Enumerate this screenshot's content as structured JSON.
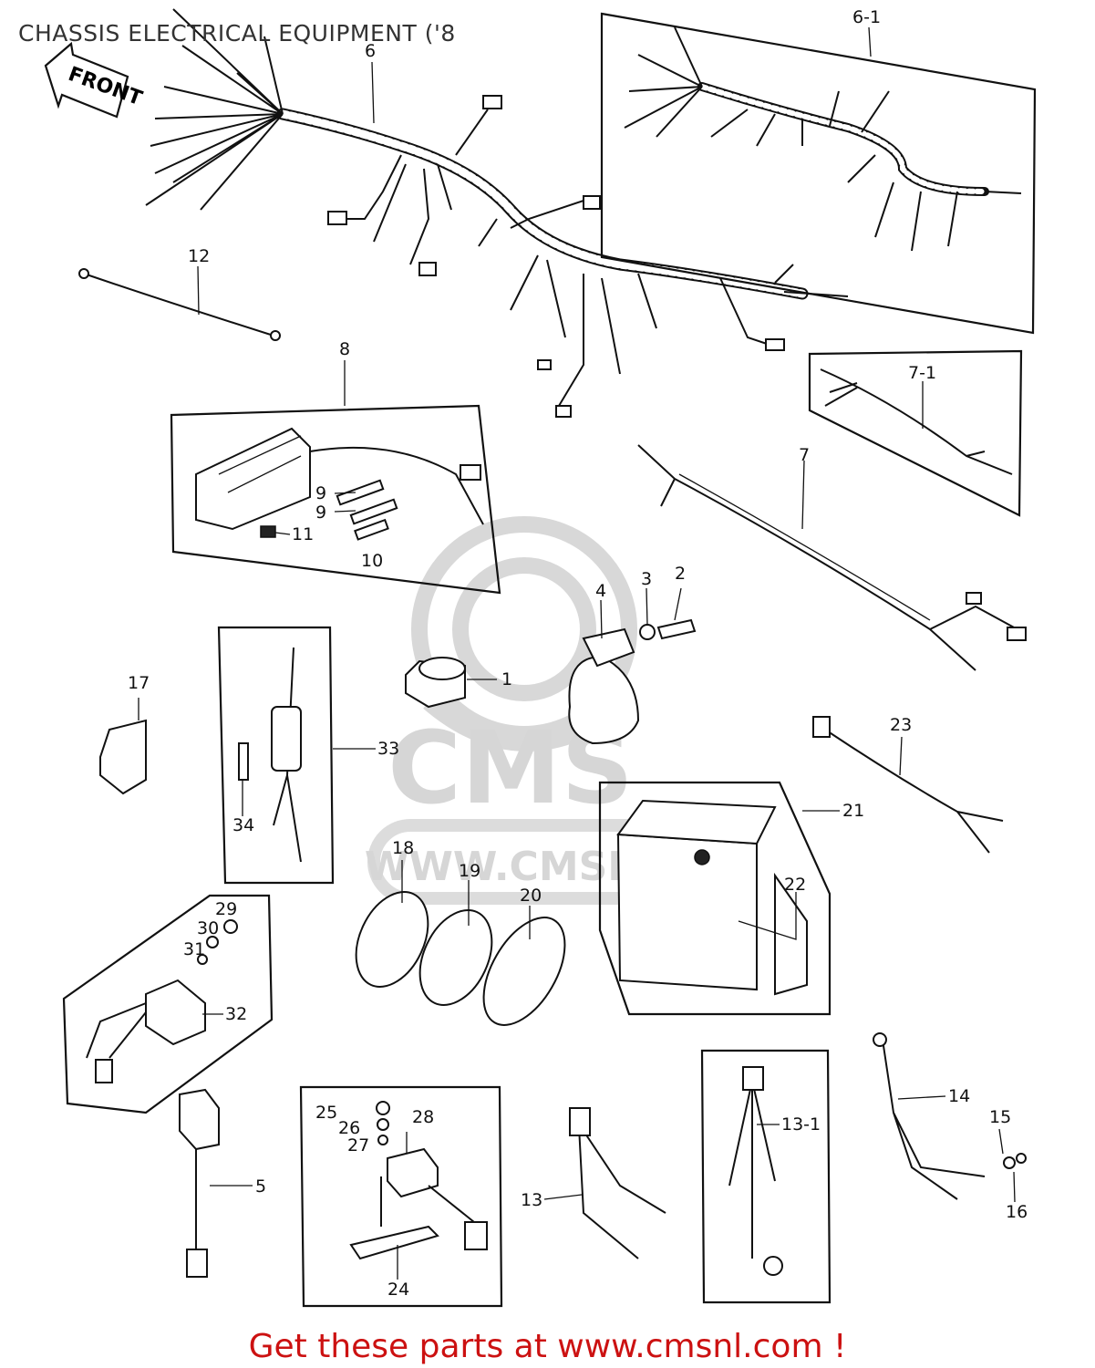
{
  "title": "CHASSIS ELECTRICAL EQUIPMENT ('8",
  "front_arrow_label": "FRONT",
  "watermark": {
    "logo_text": "CMS",
    "url_text": "WWW.CMSNL.C"
  },
  "footer": "Get these parts at www.cmsnl.com !",
  "callouts": {
    "c1": "1",
    "c2": "2",
    "c3": "3",
    "c4": "4",
    "c5": "5",
    "c6": "6",
    "c6_1": "6-1",
    "c7": "7",
    "c7_1": "7-1",
    "c8": "8",
    "c9a": "9",
    "c9b": "9",
    "c10": "10",
    "c11": "11",
    "c12": "12",
    "c13": "13",
    "c13_1": "13-1",
    "c14": "14",
    "c15": "15",
    "c16": "16",
    "c17": "17",
    "c18": "18",
    "c19": "19",
    "c20": "20",
    "c21": "21",
    "c22": "22",
    "c23": "23",
    "c24": "24",
    "c25": "25",
    "c26": "26",
    "c27": "27",
    "c28": "28",
    "c29": "29",
    "c30": "30",
    "c31": "31",
    "c32": "32",
    "c33": "33",
    "c34": "34"
  }
}
